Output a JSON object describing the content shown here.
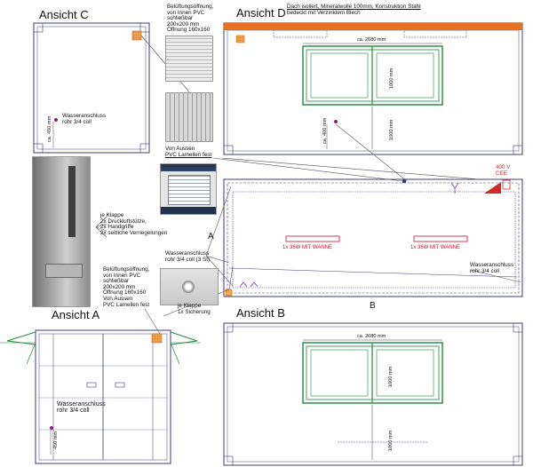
{
  "views": {
    "c": "Ansicht C",
    "d": "Ansicht D",
    "a": "Ansicht A",
    "b": "Ansicht B",
    "plan_a": "A",
    "plan_b": "B"
  },
  "notes": {
    "roof_line1": "Dach isoliert, Mineralwolle 100mm, Konstruktion Stahl",
    "roof_line2": "bedeckt mit Verzinktem Blech",
    "vent_top_1": "Belüftungsöffnung,",
    "vent_top_2": "von Innen PVC",
    "vent_top_3": "schließbar",
    "vent_top_4": "200x200 mm",
    "vent_top_5": "Öffnung 160x160",
    "vent_outer_1": "Von Aussen",
    "vent_outer_2": "PVC Lamellen fest",
    "water_c_1": "Wasseranschluss",
    "water_c_2": "rohr 3/4 coll",
    "flap_1": "je Klappe",
    "flap_2": "2x Druckluftstütze,",
    "flap_3": "2x Handgriffe",
    "flap_4": "2x seitliche Verriegelungen",
    "water_plan_1": "Wasseranschluss",
    "water_plan_2": "rohr 3/4 coll (3 St)",
    "water_right_1": "Wasseranschluss",
    "water_right_2": "rohr 3/4 coll",
    "vent_mid_1": "Belüftungsöffnung,",
    "vent_mid_2": "von Innen PVC",
    "vent_mid_3": "schließbar",
    "vent_mid_4": "200x200 mm",
    "vent_mid_5": "Öffnung 160x160",
    "vent_mid_6": "Von Aussen",
    "vent_mid_7": "PVC Lamellen fest",
    "flap_b_1": "je Klappe",
    "flap_b_2": "1x Sicherung",
    "water_a_1": "Wasseranschluss",
    "water_a_2": "rohr 3/4 coll",
    "power_1": "400 V",
    "power_2": "CEE"
  },
  "dimensions": {
    "ca_450": "ca. 450 mm",
    "ca_400": "ca. 400 mm",
    "ca_2680_d": "ca. 2680 mm",
    "ca_2680_b": "ca. 2680 mm",
    "h_1000_d1": "1000 mm",
    "h_1000_d2": "1000 mm",
    "h_1000_b1": "1000 mm",
    "h_1000_b2": "1000 mm",
    "a_450": "450 mm"
  },
  "lamps": {
    "left": "1x 36W  MIT  WANNE",
    "right": "1x 36W  MIT  WANNE"
  },
  "colors": {
    "frame": "#3a3d7a",
    "window": "#1d8a3c",
    "roof": "#e8701e",
    "lamp": "#c4122a",
    "vent": "#e89a3a",
    "leader": "#555555",
    "power": "#d12a2a"
  }
}
